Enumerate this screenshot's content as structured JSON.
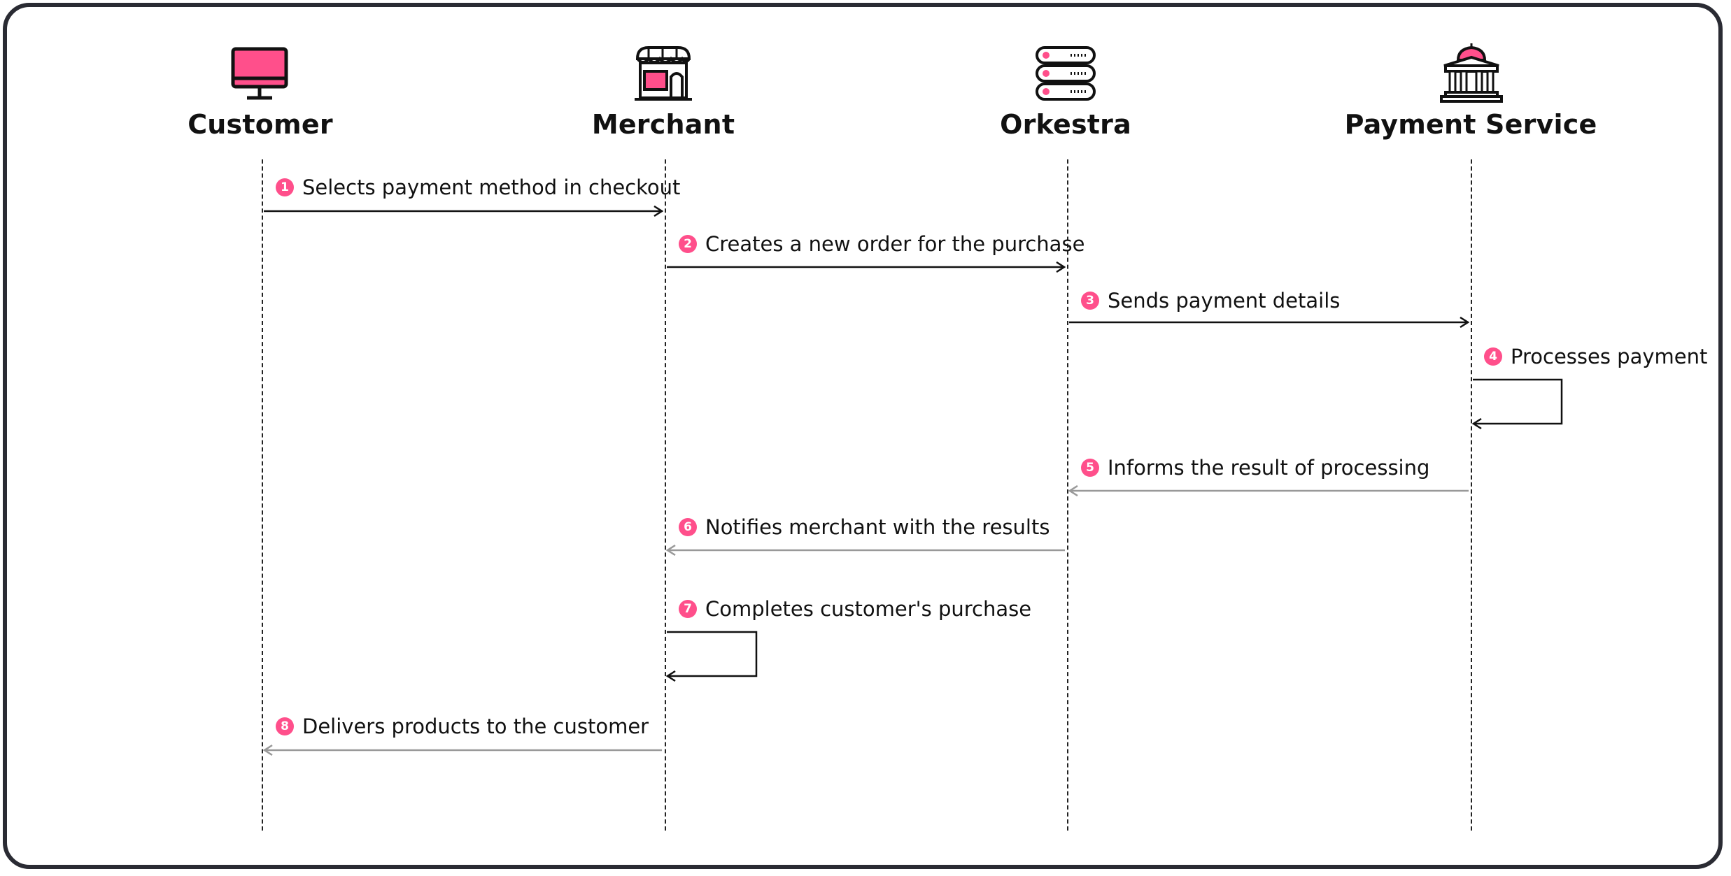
{
  "colors": {
    "accent": "#ff4f8b",
    "line": "#111111",
    "reply_line": "#999999",
    "frame": "#2a2b33"
  },
  "actors": [
    {
      "name": "Customer",
      "icon": "monitor-icon"
    },
    {
      "name": "Merchant",
      "icon": "storefront-icon"
    },
    {
      "name": "Orkestra",
      "icon": "server-stack-icon"
    },
    {
      "name": "Payment Service",
      "icon": "bank-icon"
    }
  ],
  "messages": [
    {
      "step": "1",
      "text": "Selects payment method in checkout",
      "from": 0,
      "to": 1,
      "style": "request"
    },
    {
      "step": "2",
      "text": "Creates a new order for the purchase",
      "from": 1,
      "to": 2,
      "style": "request"
    },
    {
      "step": "3",
      "text": "Sends payment details",
      "from": 2,
      "to": 3,
      "style": "request"
    },
    {
      "step": "4",
      "text": "Processes payment",
      "from": 3,
      "to": 3,
      "style": "self"
    },
    {
      "step": "5",
      "text": "Informs the result of processing",
      "from": 3,
      "to": 2,
      "style": "reply"
    },
    {
      "step": "6",
      "text": "Notifies merchant with the results",
      "from": 2,
      "to": 1,
      "style": "reply"
    },
    {
      "step": "7",
      "text": "Completes customer's purchase",
      "from": 1,
      "to": 1,
      "style": "self"
    },
    {
      "step": "8",
      "text": "Delivers products to the customer",
      "from": 1,
      "to": 0,
      "style": "reply"
    }
  ]
}
